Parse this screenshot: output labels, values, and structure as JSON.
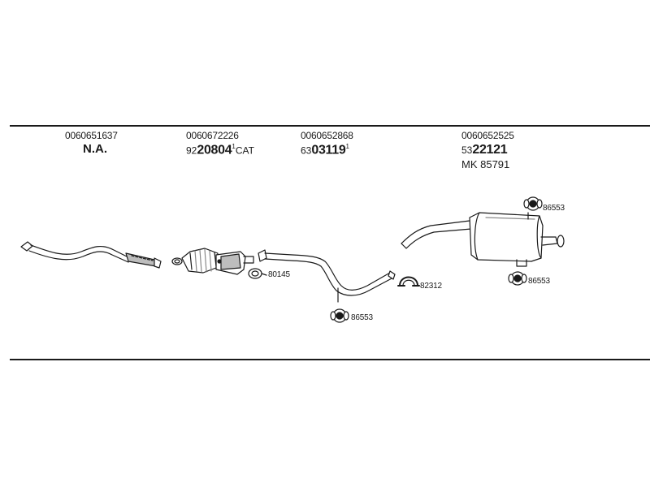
{
  "groups": [
    {
      "oe": "0060651637",
      "label": "N.A."
    },
    {
      "oe": "0060672226",
      "code_prefix": "92",
      "code_main": "20804",
      "code_sup": "1",
      "code_suffix": "CAT"
    },
    {
      "oe": "0060652868",
      "code_prefix": "63",
      "code_main": "03119",
      "code_sup": "1"
    },
    {
      "oe": "0060652525",
      "code_prefix": "53",
      "code_main": "22121",
      "mk": "MK  85791"
    }
  ],
  "callouts": {
    "c80145": "80145",
    "c82312": "82312",
    "c86553_center": "86553",
    "c86553_right_top": "86553",
    "c86553_right_bottom": "86553"
  },
  "colors": {
    "line": "#1a1a1a",
    "part_fill": "#ffffff",
    "part_shade": "#bdbdbd"
  }
}
